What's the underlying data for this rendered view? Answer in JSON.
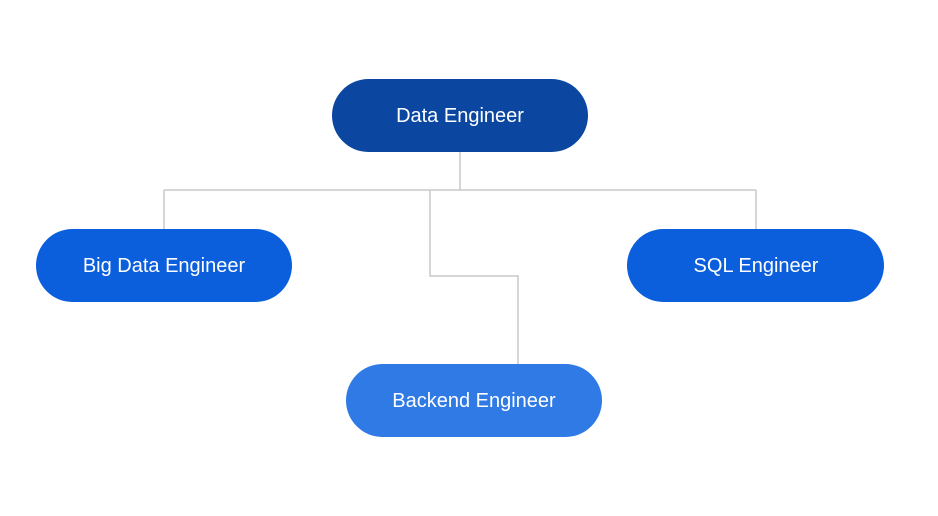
{
  "nodes": {
    "root": {
      "label": "Data Engineer",
      "color": "#0b47a1"
    },
    "big_data": {
      "label": "Big Data Engineer",
      "color": "#0b5fdc"
    },
    "backend": {
      "label": "Backend Engineer",
      "color": "#2f7ae5"
    },
    "sql": {
      "label": "SQL Engineer",
      "color": "#0b5fdc"
    }
  },
  "colors": {
    "connector": "#c8c8c8",
    "text": "#ffffff",
    "background": "#ffffff"
  }
}
